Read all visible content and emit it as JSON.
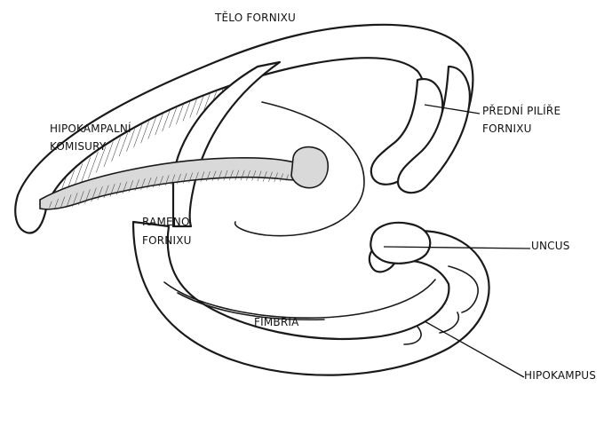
{
  "labels": {
    "telo_fornixu": "TĚLO FORNIXU",
    "predni_pilire_line1": "PŘEDNÍ PILÍŘE",
    "predni_pilire_line2": "FORNIXU",
    "hipokampalni_line1": "HIPOKAMPALNÍ",
    "hipokampalni_line2": "KOMISURY",
    "rameno_line1": "RAMENO",
    "rameno_line2": "FORNIXU",
    "uncus": "UNCUS",
    "fimbria": "FIMBRIA",
    "hipokampus": "HIPOKAMPUS"
  },
  "colors": {
    "ink": "#1a1a1a",
    "shade": "#d9d9d9",
    "background": "#ffffff"
  }
}
